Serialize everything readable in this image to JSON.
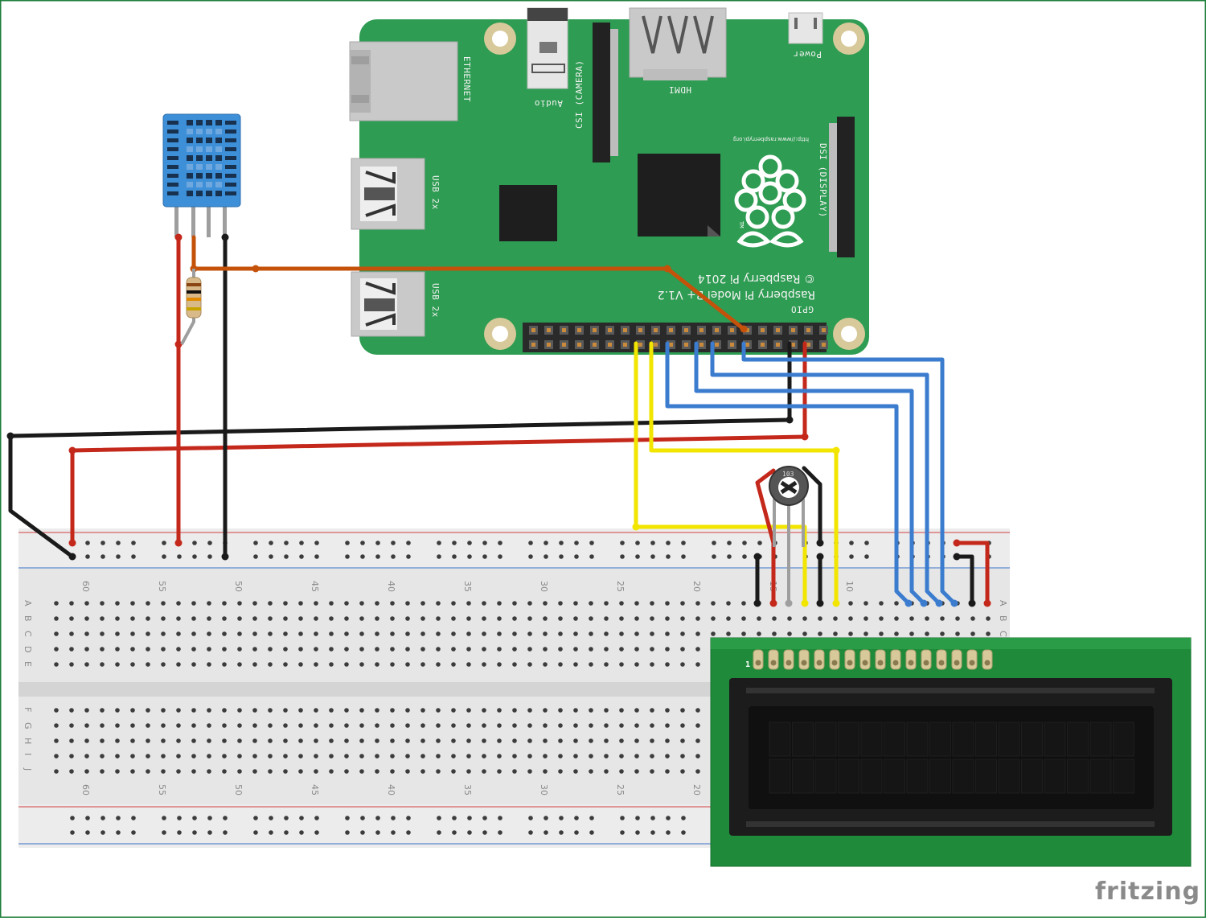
{
  "colors": {
    "pcb_green": "#2e9c52",
    "board_outline": "#1e7f3b",
    "wire_red": "#c4281b",
    "wire_black": "#2b2b2b",
    "wire_yellow": "#f2e500",
    "wire_blue": "#3b7ccf",
    "wire_orange": "#c4520a",
    "sensor_blue": "#3d8fd8",
    "lcd_green": "#1f8b3a",
    "breadboard": "#e4e4e4"
  },
  "rpi": {
    "ethernet": "ETHERNET",
    "audio": "Audio",
    "csi": "CSI (CAMERA)",
    "hdmi": "HDMI",
    "power": "Power",
    "usb_top": "USB 2x",
    "usb_bottom": "USB 2x",
    "dsi": "DSI (DISPLAY)",
    "url": "http://www.raspberrypi.org",
    "copyright": "© Raspberry Pi 2014",
    "model": "Raspberry Pi Model B+ V1.2",
    "gpio": "GPIO",
    "tm": "TM"
  },
  "breadboard": {
    "numbers": [
      "60",
      "55",
      "50",
      "45",
      "40",
      "35",
      "30",
      "25",
      "20",
      "15",
      "10"
    ],
    "rows_top": [
      "A",
      "B",
      "C",
      "D",
      "E"
    ],
    "rows_bottom": [
      "F",
      "G",
      "H",
      "I",
      "J"
    ]
  },
  "pot": {
    "label": "103"
  },
  "lcd": {
    "pin1": "1"
  },
  "brand": "fritzing"
}
